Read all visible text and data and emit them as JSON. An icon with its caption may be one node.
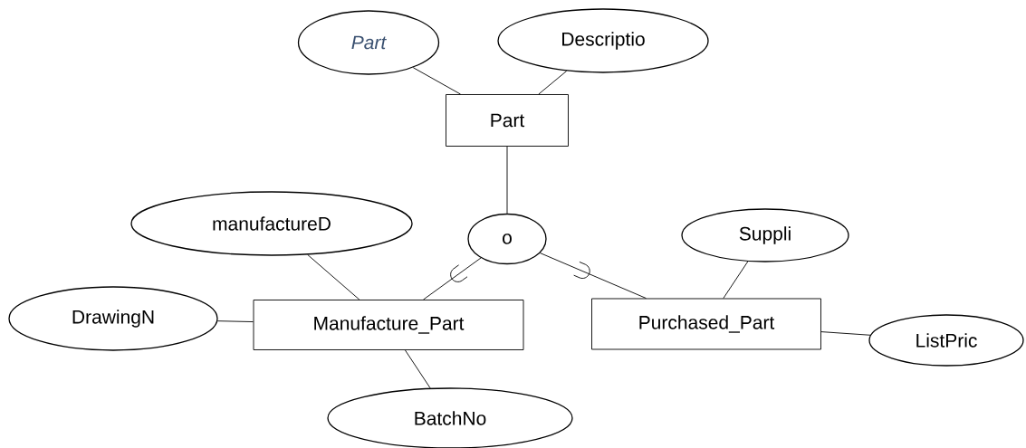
{
  "diagram": {
    "nodes": [
      {
        "text": [
          "Part"
        ]
      },
      {
        "text": [
          "Descriptio"
        ]
      },
      {
        "text": [
          "Part"
        ]
      },
      {
        "text": [
          "o"
        ]
      },
      {
        "text": [
          "manufactureD"
        ]
      },
      {
        "text": [
          "Suppli"
        ]
      },
      {
        "text": [
          "DrawingN"
        ]
      },
      {
        "text": [
          "Manufacture_Part"
        ]
      },
      {
        "text": [
          "Purchased_Part"
        ]
      },
      {
        "text": [
          "ListPric"
        ]
      },
      {
        "text": [
          "BatchNo"
        ]
      }
    ],
    "edges": [
      {
        "from": 0,
        "to": 2,
        "arrow": "none"
      },
      {
        "from": 1,
        "to": 2,
        "arrow": "none"
      },
      {
        "from": 2,
        "to": 3,
        "arrow": "none"
      },
      {
        "from": 3,
        "to": 7,
        "arrow": "none"
      },
      {
        "from": 3,
        "to": 8,
        "arrow": "none"
      },
      {
        "from": 4,
        "to": 7,
        "arrow": "none"
      },
      {
        "from": 6,
        "to": 7,
        "arrow": "none"
      },
      {
        "from": 7,
        "to": 10,
        "arrow": "none"
      },
      {
        "from": 5,
        "to": 8,
        "arrow": "none"
      },
      {
        "from": 8,
        "to": 9,
        "arrow": "none"
      }
    ]
  }
}
